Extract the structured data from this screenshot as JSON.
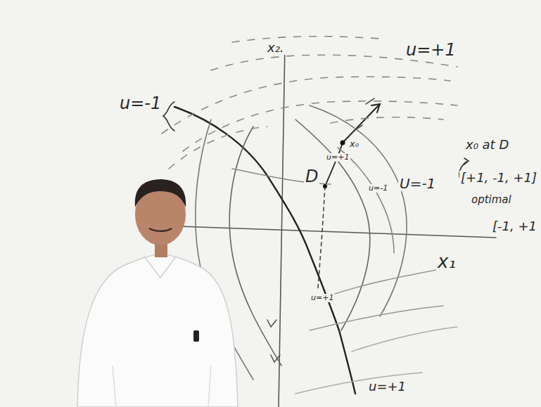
{
  "diagram": {
    "labels": [
      "u=-1",
      "x₂.",
      "u=+1",
      "x₀",
      "x₀ at D",
      "[+1, -1, +1]",
      "optimal",
      "[-1, +1",
      "x₁",
      "D",
      "u=+1",
      "u=-1",
      "U=-1",
      "u=+1",
      "u=+1"
    ]
  }
}
